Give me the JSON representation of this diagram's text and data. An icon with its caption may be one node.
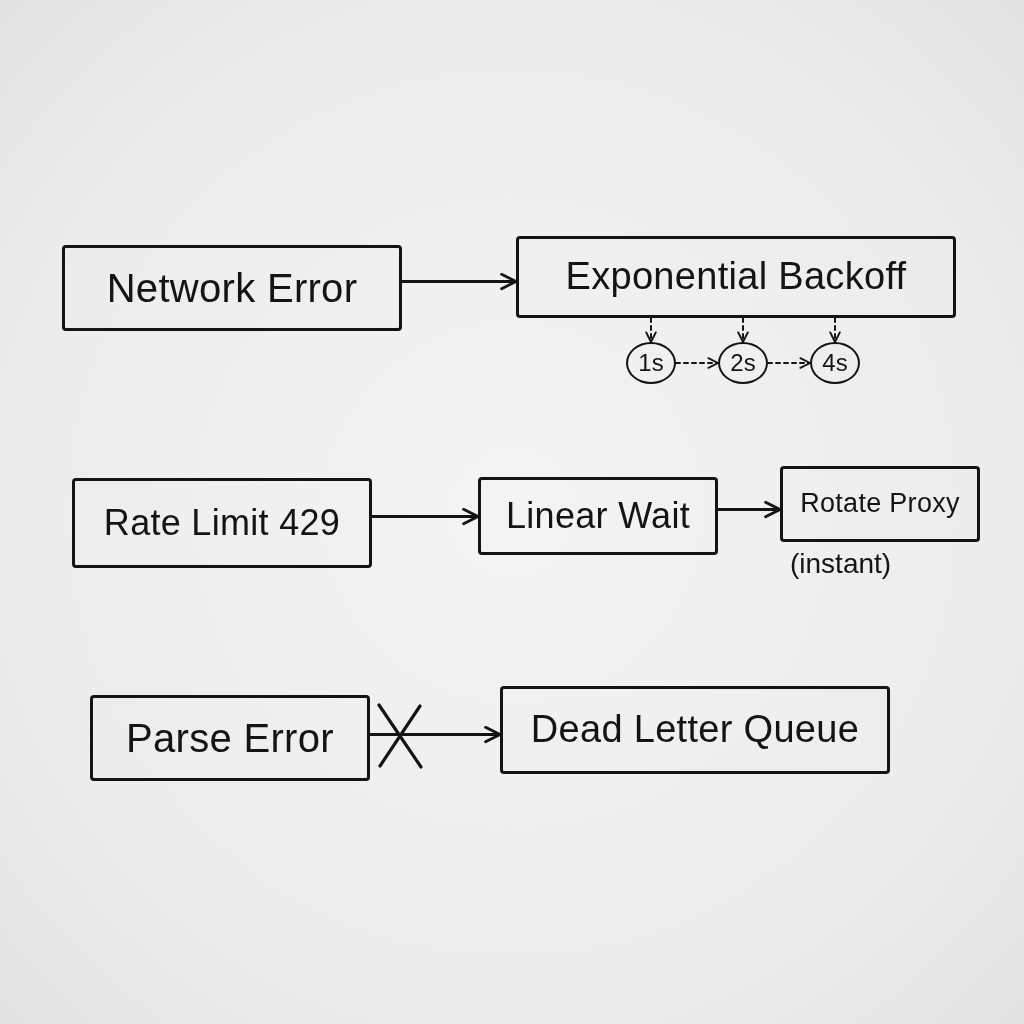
{
  "diagram": {
    "nodes": [
      {
        "text": [
          "Network Error"
        ]
      },
      {
        "text": [
          "Exponential Backoff"
        ]
      },
      {
        "text": [
          "1s"
        ]
      },
      {
        "text": [
          "2s"
        ]
      },
      {
        "text": [
          "4s"
        ]
      },
      {
        "text": [
          "Rate Limit 429"
        ]
      },
      {
        "text": [
          "Linear Wait"
        ]
      },
      {
        "text": [
          "Rotate Proxy"
        ],
        "beside": [
          "(instant)"
        ]
      },
      {
        "text": [
          "Parse Error"
        ]
      },
      {
        "text": [
          "Dead Letter Queue"
        ]
      }
    ],
    "edges": [
      {
        "from": 0,
        "to": 1,
        "arrow": "to"
      },
      {
        "from": 1,
        "to": 2,
        "arrow": "to",
        "style": "dashed"
      },
      {
        "from": 1,
        "to": 3,
        "arrow": "to",
        "style": "dashed"
      },
      {
        "from": 1,
        "to": 4,
        "arrow": "to",
        "style": "dashed"
      },
      {
        "from": 2,
        "to": 3,
        "arrow": "to",
        "style": "dashed"
      },
      {
        "from": 3,
        "to": 4,
        "arrow": "to",
        "style": "dashed"
      },
      {
        "from": 5,
        "to": 6,
        "arrow": "to"
      },
      {
        "from": 6,
        "to": 7,
        "arrow": "to"
      },
      {
        "from": 8,
        "to": 9,
        "arrow": "to"
      }
    ]
  }
}
